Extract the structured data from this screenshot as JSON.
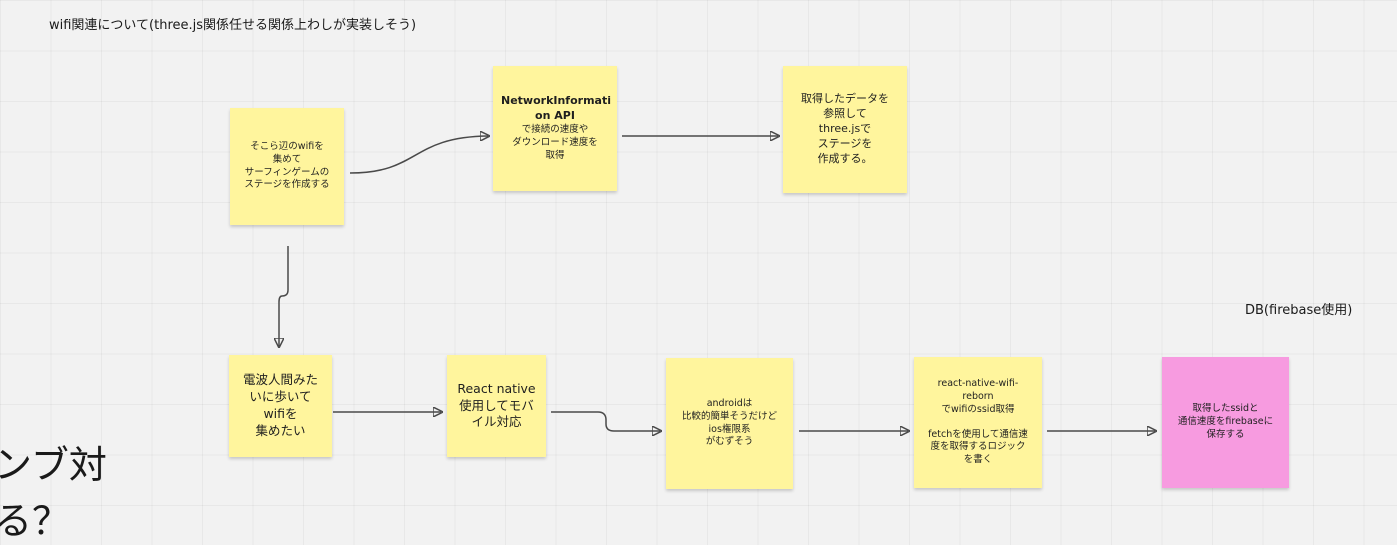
{
  "board": {
    "title": "wifi関連について(three.js関係任せる関係上わしが実装しそう)",
    "db_label": "DB(firebase使用)",
    "partial_text_1": "ンブ対",
    "partial_text_2": "る？"
  },
  "notes": {
    "collect_wifi": {
      "lines": [
        "そこら辺のwifiを",
        "集めて",
        "サーフィンゲームの",
        "ステージを作成する"
      ],
      "color": "#fff59d"
    },
    "network_api": {
      "title_lines": [
        "NetworkInformati",
        "on API"
      ],
      "lines": [
        "で接続の速度や",
        "ダウンロード速度を",
        "取得"
      ],
      "color": "#fff59d"
    },
    "threejs_stage": {
      "lines": [
        "取得したデータを",
        "参照して",
        "three.jsで",
        "ステージを",
        "作成する。"
      ],
      "color": "#fff59d"
    },
    "walk_collect": {
      "lines": [
        "電波人間みた",
        "いに歩いて",
        "wifiを",
        "集めたい"
      ],
      "color": "#fff59d"
    },
    "react_native": {
      "lines": [
        "React native",
        "使用してモバ",
        "イル対応"
      ],
      "color": "#fff59d"
    },
    "android_ios": {
      "lines": [
        "androidは",
        "比較的簡単そうだけど",
        "ios権限系",
        "がむずそう"
      ],
      "color": "#fff59d"
    },
    "wifi_reborn": {
      "lines": [
        "react-native-wifi-",
        "reborn",
        "でwifiのssid取得",
        "",
        "fetchを使用して通信速",
        "度を取得するロジック",
        "を書く"
      ],
      "color": "#fff59d"
    },
    "save_firebase": {
      "lines": [
        "取得したssidと",
        "通信速度をfirebaseに",
        "保存する"
      ],
      "color": "#f79be0"
    }
  },
  "colors": {
    "background": "#f2f2f2",
    "sticky_yellow": "#fff59d",
    "sticky_pink": "#f79be0",
    "connector": "#4a4a4a"
  }
}
